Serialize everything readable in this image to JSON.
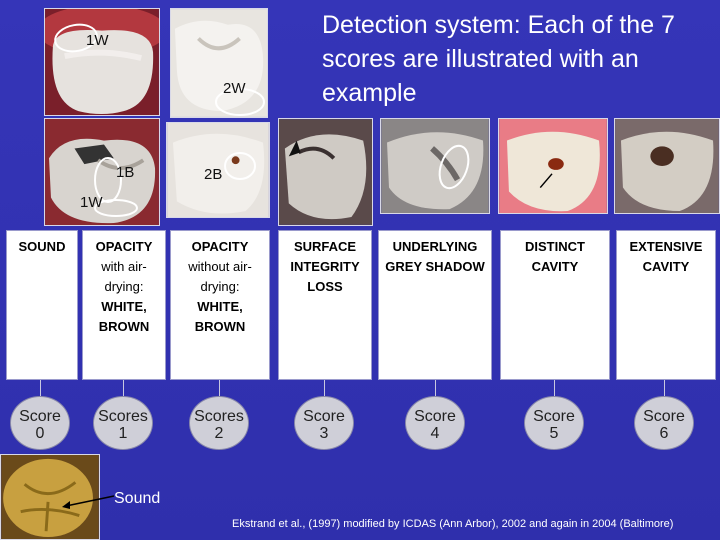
{
  "title": "Detection system: Each of the 7 scores are illustrated with an example",
  "photo_labels": {
    "p1": "1W",
    "p2": "2W",
    "p3a": "1B",
    "p3b": "1W",
    "p4": "2B"
  },
  "boxes": [
    {
      "title": "SOUND",
      "sub": "",
      "tail": ""
    },
    {
      "title": "OPACITY",
      "sub": "with air-drying:",
      "tail": "WHITE, BROWN"
    },
    {
      "title": "OPACITY",
      "sub": "without air-drying:",
      "tail": "WHITE, BROWN"
    },
    {
      "title": "SURFACE INTEGRITY LOSS",
      "sub": "",
      "tail": ""
    },
    {
      "title": "UNDERLYING GREY SHADOW",
      "sub": "",
      "tail": ""
    },
    {
      "title": "DISTINCT CAVITY",
      "sub": "",
      "tail": ""
    },
    {
      "title": "EXTENSIVE CAVITY",
      "sub": "",
      "tail": ""
    }
  ],
  "scores": [
    {
      "word": "Score",
      "num": "0"
    },
    {
      "word": "Scores",
      "num": "1"
    },
    {
      "word": "Scores",
      "num": "2"
    },
    {
      "word": "Score",
      "num": "3"
    },
    {
      "word": "Score",
      "num": "4"
    },
    {
      "word": "Score",
      "num": "5"
    },
    {
      "word": "Score",
      "num": "6"
    }
  ],
  "sound_label": "Sound",
  "citation": "Ekstrand et al., (1997) modified by ICDAS (Ann Arbor), 2002 and again in 2004 (Baltimore)"
}
